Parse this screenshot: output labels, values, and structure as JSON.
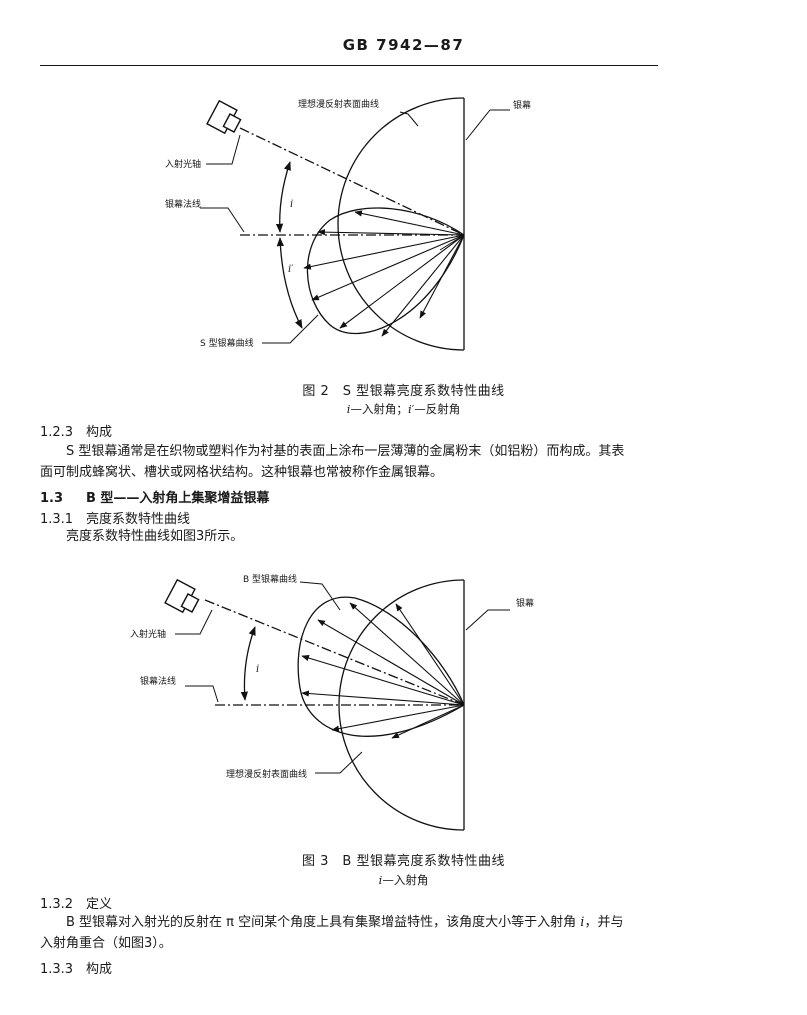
{
  "header": {
    "standard_code": "GB 7942—87"
  },
  "figure2": {
    "labels": {
      "ideal_curve": "理想漫反射表面曲线",
      "screen": "银幕",
      "incident_axis": "入射光轴",
      "normal": "银幕法线",
      "s_curve": "S 型银幕曲线",
      "angle_i": "i",
      "angle_i_prime": "i′"
    },
    "caption": "图 2　S 型银幕亮度系数特性曲线",
    "subcaption": {
      "i_sym": "i",
      "i_text": "—入射角；",
      "ip_sym": "i′",
      "ip_text": "—反射角"
    }
  },
  "section_1_2_3": {
    "number": "1.2.3",
    "title": "构成",
    "lines": [
      "S 型银幕通常是在织物或塑料作为衬基的表面上涂布一层薄薄的金属粉末（如铝粉）而构成。其表",
      "面可制成蜂窝状、槽状或网格状结构。这种银幕也常被称作金属银幕。"
    ]
  },
  "section_1_3": {
    "number": "1.3",
    "title": "B 型——入射角上集聚增益银幕"
  },
  "section_1_3_1": {
    "number": "1.3.1",
    "title": "亮度系数特性曲线",
    "line": "亮度系数特性曲线如图3所示。"
  },
  "figure3": {
    "labels": {
      "b_curve": "B 型银幕曲线",
      "screen": "银幕",
      "incident_axis": "入射光轴",
      "normal": "银幕法线",
      "angle_i": "i",
      "ideal_curve": "理想漫反射表面曲线"
    },
    "caption": "图 3　B 型银幕亮度系数特性曲线",
    "subcaption": {
      "i_sym": "i",
      "i_text": "—入射角"
    }
  },
  "section_1_3_2": {
    "number": "1.3.2",
    "title": "定义",
    "line1_a": "B 型银幕对入射光的反射在 π 空间某个角度上具有集聚增益特性，该角度大小等于入射角 ",
    "line1_var": "i",
    "line1_b": "，并与",
    "line2": "入射角重合（如图3）。"
  },
  "section_1_3_3": {
    "number": "1.3.3",
    "title": "构成"
  }
}
